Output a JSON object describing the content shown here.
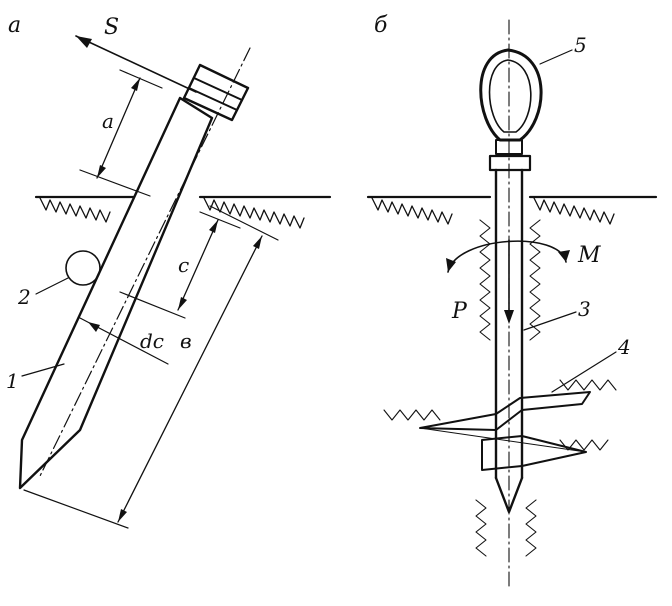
{
  "panel_a": {
    "label": "a",
    "force_label": "S",
    "dim_a": "a",
    "dim_c": "c",
    "dim_b": "в",
    "dim_dc": "dc",
    "callout_1": "1",
    "callout_2": "2"
  },
  "panel_b": {
    "label": "б",
    "moment_label": "M",
    "load_label": "P",
    "callout_3": "3",
    "callout_4": "4",
    "callout_5": "5"
  },
  "colors": {
    "ink": "#111111",
    "paper": "#ffffff"
  }
}
